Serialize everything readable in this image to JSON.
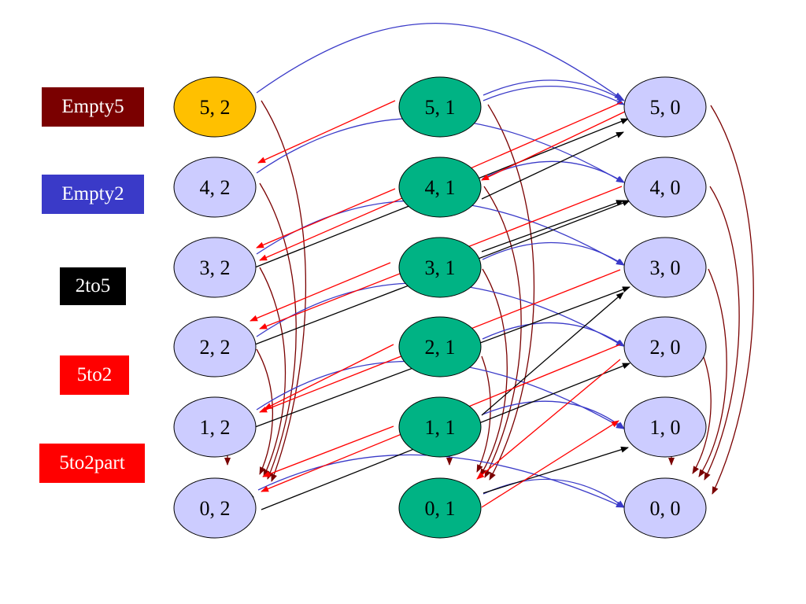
{
  "colors": {
    "empty5": "#7a0000",
    "empty2": "#3a3ac8",
    "twoTo5": "#000000",
    "fiveTo2": "#ff0000",
    "fiveTo2part": "#ff0000",
    "node_default": "#ccccff",
    "node_start": "#ffc000",
    "node_mid": "#00b384",
    "node_stroke": "#000000"
  },
  "legend": {
    "empty5": "Empty5",
    "empty2": "Empty2",
    "twoTo5": "2to5",
    "fiveTo2": "5to2",
    "fiveTo2part": "5to2part"
  },
  "nodes": [
    {
      "id": "n52",
      "label": "5, 2",
      "style": "start"
    },
    {
      "id": "n42",
      "label": "4, 2",
      "style": "default"
    },
    {
      "id": "n32",
      "label": "3, 2",
      "style": "default"
    },
    {
      "id": "n22",
      "label": "2, 2",
      "style": "default"
    },
    {
      "id": "n12",
      "label": "1, 2",
      "style": "default"
    },
    {
      "id": "n02",
      "label": "0, 2",
      "style": "default"
    },
    {
      "id": "n51",
      "label": "5, 1",
      "style": "mid"
    },
    {
      "id": "n41",
      "label": "4, 1",
      "style": "mid"
    },
    {
      "id": "n31",
      "label": "3, 1",
      "style": "mid"
    },
    {
      "id": "n21",
      "label": "2, 1",
      "style": "mid"
    },
    {
      "id": "n11",
      "label": "1, 1",
      "style": "mid"
    },
    {
      "id": "n01",
      "label": "0, 1",
      "style": "mid"
    },
    {
      "id": "n50",
      "label": "5, 0",
      "style": "default"
    },
    {
      "id": "n40",
      "label": "4, 0",
      "style": "default"
    },
    {
      "id": "n30",
      "label": "3, 0",
      "style": "default"
    },
    {
      "id": "n20",
      "label": "2, 0",
      "style": "default"
    },
    {
      "id": "n10",
      "label": "1, 0",
      "style": "default"
    },
    {
      "id": "n00",
      "label": "0, 0",
      "style": "default"
    }
  ]
}
